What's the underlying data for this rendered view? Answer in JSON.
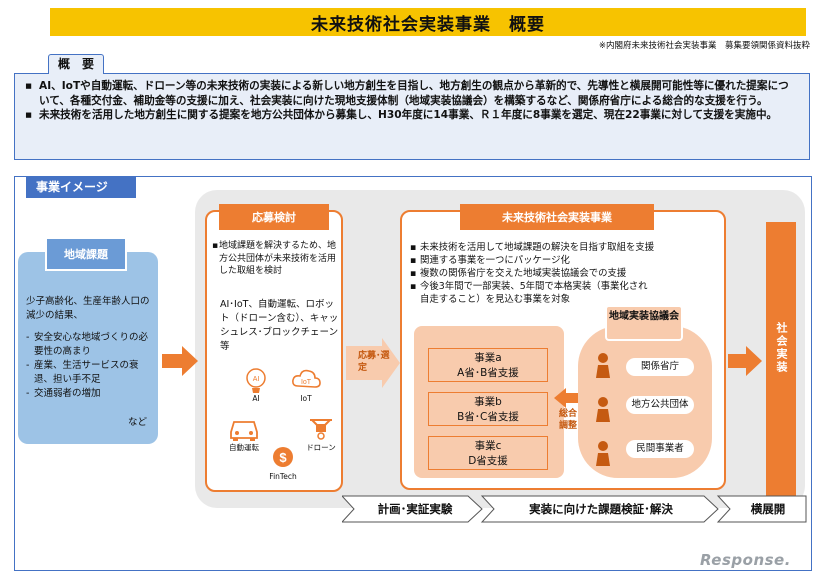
{
  "title": "未来技術社会実装事業　概要",
  "source_note": "※内閣府未来技術社会実装事業　募集要領関係資料抜粋",
  "overview": {
    "tab_label": "概　要",
    "items": [
      "AI、IoTや自動運転、ドローン等の未来技術の実装による新しい地方創生を目指し、地方創生の観点から革新的で、先導性と横展開可能性等に優れた提案について、各種交付金、補助金等の支援に加え、社会実装に向けた現地支援体制（地域実装協議会）を構築するなど、関係府省庁による総合的な支援を行う。",
      "未来技術を活用した地方創生に関する提案を地方公共団体から募集し、H30年度に14事業、Ｒ１年度に8事業を選定、現在22事業に対して支援を実施中。"
    ]
  },
  "image_section": {
    "tab_label": "事業イメージ",
    "issues": {
      "header": "地域課題",
      "intro": "少子高齢化、生産年齢人口の減少の結果、",
      "items": [
        "安全安心な地域づくりの必要性の高まり",
        "産業、生活サービスの衰退、担い手不足",
        "交通弱者の増加"
      ],
      "etc": "など"
    },
    "review": {
      "header": "応募検討",
      "bullet": "地域課題を解決するため、地方公共団体が未来技術を活用した取組を検討",
      "tech": "AI･IoT、自動運転、ロボット（ドローン含む）、キャッシュレス･ブロックチェーン　等",
      "icons": [
        {
          "name": "ai-icon",
          "label": "AI"
        },
        {
          "name": "iot-icon",
          "label": "IoT"
        },
        {
          "name": "car-icon",
          "label": "自動運転"
        },
        {
          "name": "drone-icon",
          "label": "ドローン"
        },
        {
          "name": "fintech-icon",
          "label": "FinTech"
        }
      ]
    },
    "selection_label": "応募･選定",
    "project": {
      "header": "未来技術社会実装事業",
      "bullets": [
        "未来技術を活用して地域課題の解決を目指す取組を支援",
        "関連する事業を一つにパッケージ化",
        "複数の関係省庁を交えた地域実装協議会での支援",
        "今後3年間で一部実装、5年間で本格実装（事業化され自走すること）を見込む事業を対象"
      ],
      "items": [
        {
          "line1": "事業a",
          "line2": "A省･B省支援"
        },
        {
          "line1": "事業b",
          "line2": "B省･C省支援"
        },
        {
          "line1": "事業c",
          "line2": "D省支援"
        }
      ],
      "coord_label": "総合調整",
      "council": {
        "header": "地域実装協議会",
        "members": [
          "関係省庁",
          "地方公共団体",
          "民間事業者"
        ]
      }
    },
    "social_label": "社会実装",
    "phases": [
      "計画･実証実験",
      "実装に向けた課題検証･解決",
      "横展開"
    ]
  },
  "logo": "Response."
}
